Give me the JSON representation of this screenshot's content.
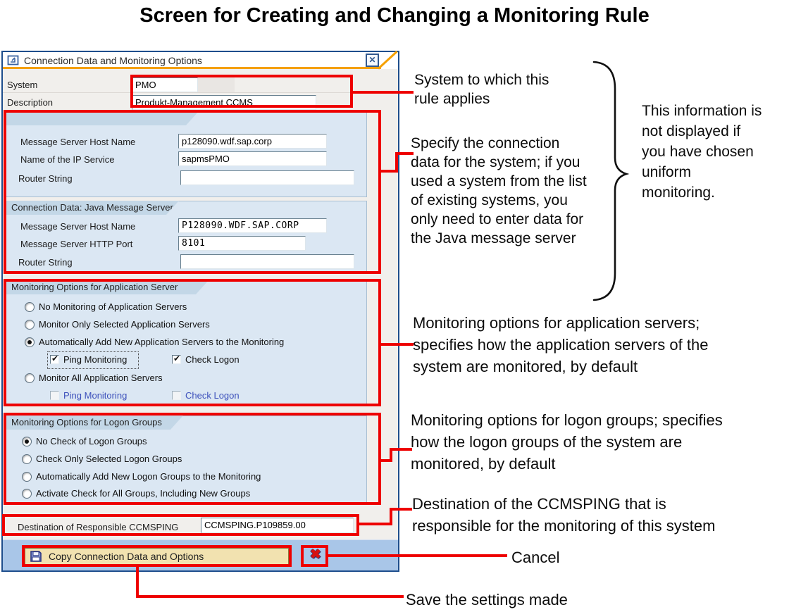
{
  "page_title": "Screen for Creating and Changing a Monitoring Rule",
  "dialog": {
    "title": "Connection Data and Monitoring Options",
    "close_glyph": "✕",
    "system": {
      "label": "System",
      "value": "PMO"
    },
    "description": {
      "label": "Description",
      "value": "Produkt-Management CCMS"
    },
    "abap": {
      "host_label": "Message Server Host Name",
      "host_value": "p128090.wdf.sap.corp",
      "ip_label": "Name of the IP Service",
      "ip_value": "sapmsPMO",
      "router_label": "Router String",
      "router_value": ""
    },
    "java": {
      "header": "Connection Data: Java Message Server",
      "host_label": "Message Server Host Name",
      "host_value": "P128090.WDF.SAP.CORP",
      "port_label": "Message Server HTTP Port",
      "port_value": "8101",
      "router_label": "Router String",
      "router_value": ""
    },
    "app_server": {
      "header": "Monitoring Options for Application Server",
      "options": [
        {
          "label": "No Monitoring of Application Servers",
          "selected": false
        },
        {
          "label": "Monitor Only Selected Application Servers",
          "selected": false
        },
        {
          "label": "Automatically Add New Application Servers to the Monitoring",
          "selected": true
        },
        {
          "label": "Monitor All Application Servers",
          "selected": false
        }
      ],
      "auto_checkboxes": [
        {
          "label": "Ping Monitoring",
          "checked": true
        },
        {
          "label": "Check Logon",
          "checked": true
        }
      ],
      "all_checkboxes": [
        {
          "label": "Ping Monitoring",
          "checked": false
        },
        {
          "label": "Check Logon",
          "checked": false
        }
      ]
    },
    "logon_groups": {
      "header": "Monitoring Options for Logon Groups",
      "options": [
        {
          "label": "No Check of Logon Groups",
          "selected": true
        },
        {
          "label": "Check Only Selected Logon Groups",
          "selected": false
        },
        {
          "label": "Automatically Add New Logon Groups to the Monitoring",
          "selected": false
        },
        {
          "label": "Activate Check for All Groups, Including New Groups",
          "selected": false
        }
      ]
    },
    "destination": {
      "label": "Destination of Responsible CCMSPING",
      "value": "CCMSPING.P109859.00"
    },
    "footer": {
      "save_button": "Copy Connection Data and Options",
      "cancel_glyph": "✖"
    }
  },
  "annotations": {
    "system": "System to which this\nrule applies",
    "connection": "Specify the connection\ndata for the system; if you\nused a system from the list\nof existing systems, you\nonly need to enter data for\nthe Java message server",
    "uniform": "This information is\nnot displayed if\nyou have chosen\nuniform\nmonitoring.",
    "app_server": "Monitoring options for application servers;\nspecifies how the application servers of the\nsystem are monitored, by default",
    "logon": "Monitoring options for logon groups; specifies\nhow the logon groups of the system are\nmonitored, by default",
    "ccmsping": "Destination of the CCMSPING that is\nresponsible for the monitoring of this system",
    "cancel": "Cancel",
    "save": "Save the settings made"
  },
  "colors": {
    "annotation_red": "#ee0000",
    "titlebar_orange": "#f5a000",
    "dialog_border": "#1e4e8c",
    "panel_blue": "#dbe7f3",
    "tab_blue": "#c3d7e7",
    "footer_blue": "#a9c6e8",
    "save_button_tan": "#f2e2b0",
    "disabled_label_blue": "#3c50bb"
  }
}
